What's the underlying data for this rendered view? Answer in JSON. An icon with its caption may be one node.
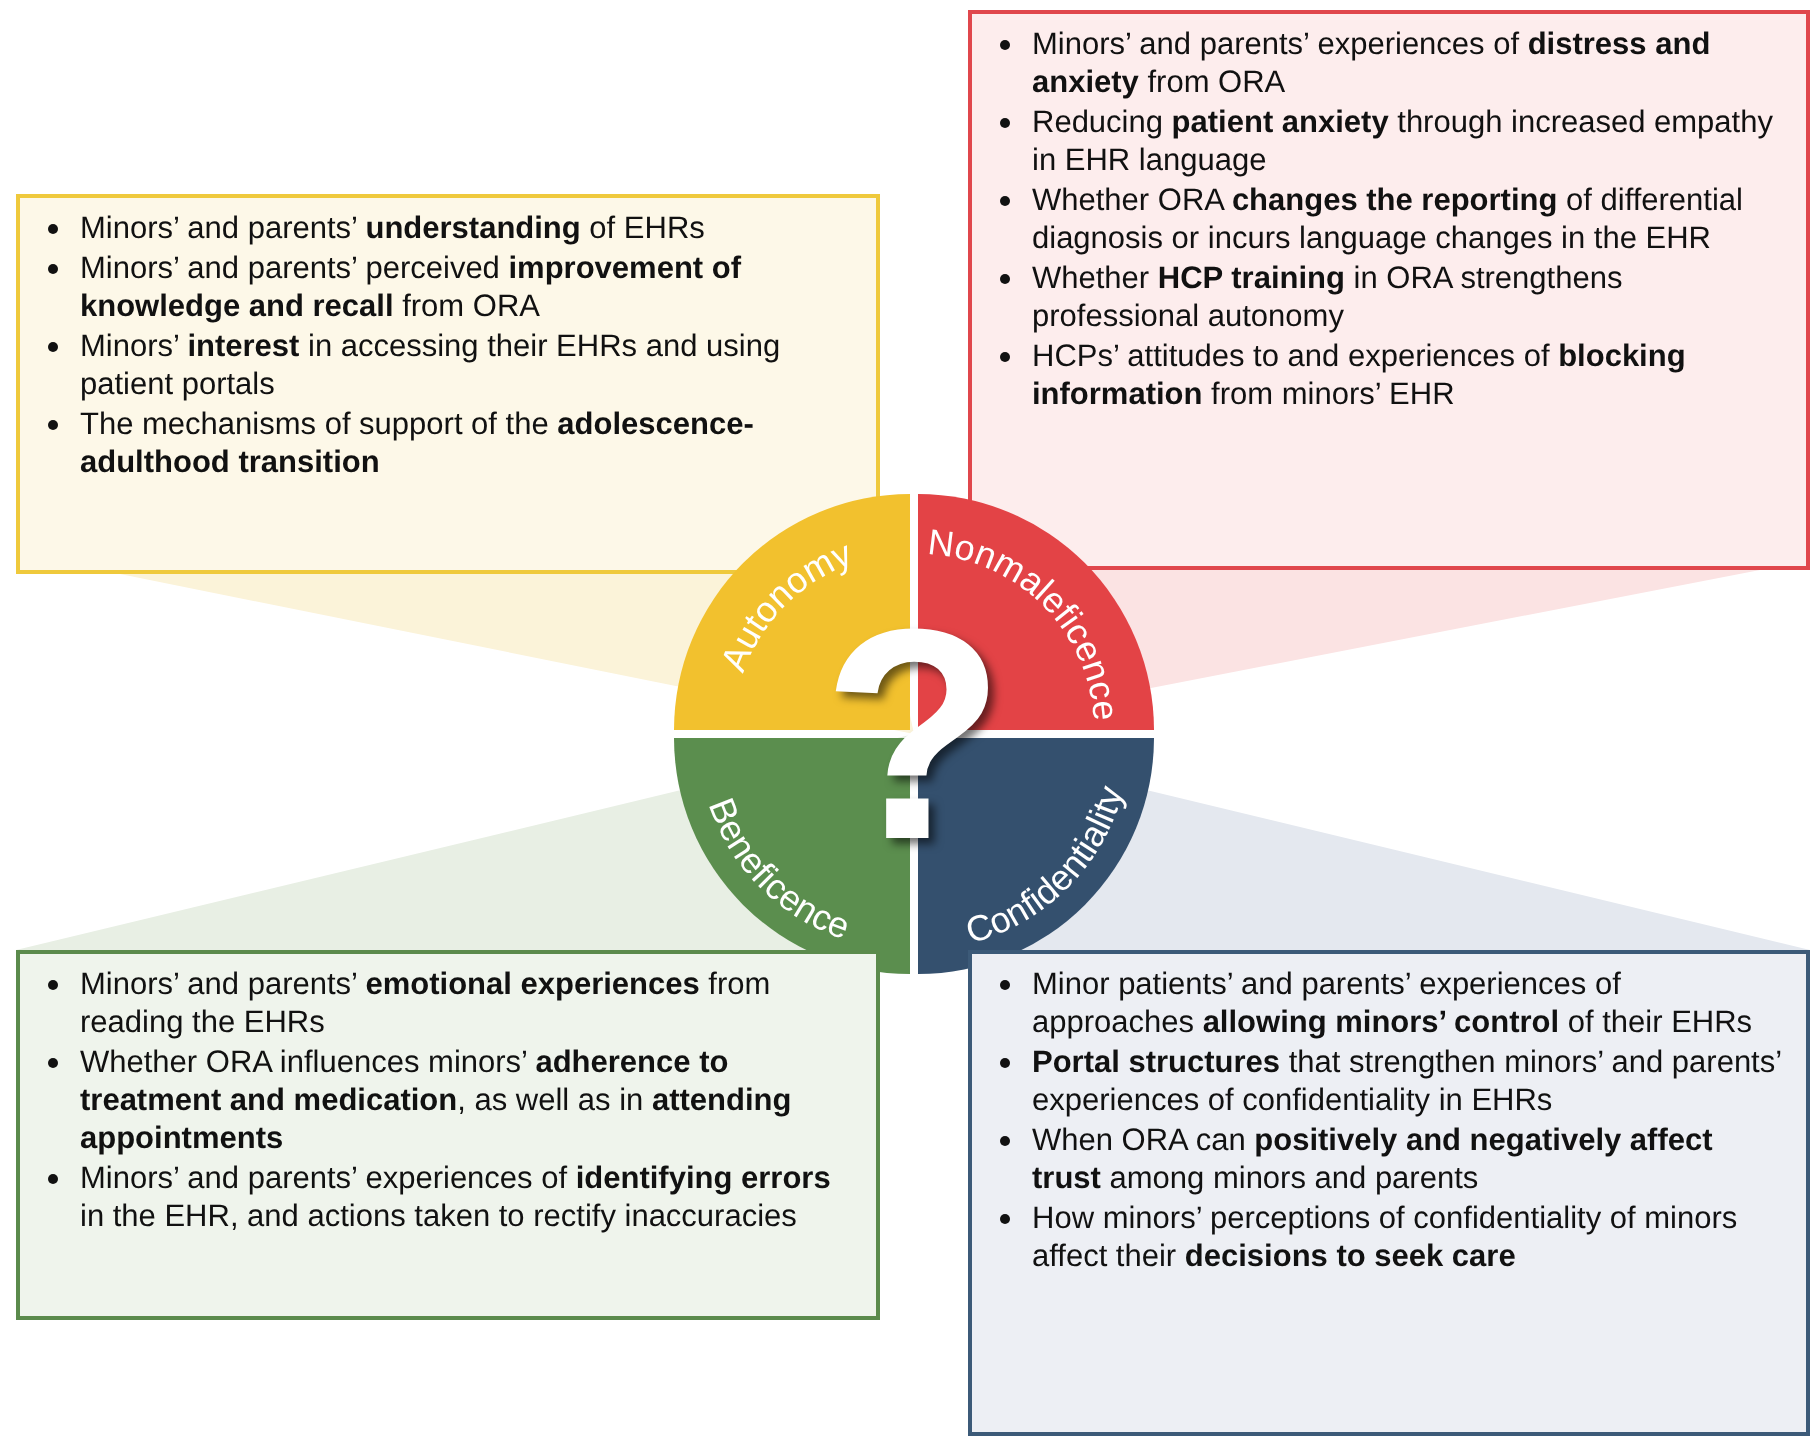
{
  "diagram": {
    "nodes": [
      {
        "text": [
          "Minors’ and parents’ experiences of **distress and anxiety** from ORA",
          "Reducing **patient anxiety** through increased empathy in EHR language",
          "Whether ORA **changes the reporting** of differential diagnosis or incurs language changes in the EHR",
          "Whether **HCP training** in ORA strengthens professional autonomy",
          "HCPs’ attitudes to and experiences of **blocking information** from minors’ EHR"
        ]
      },
      {
        "text": [
          "Minors’ and parents’ **understanding** of EHRs",
          "Minors’ and parents’ perceived **improvement of knowledge and recall** from ORA",
          "Minors’ **interest** in accessing their EHRs and using patient portals",
          "The mechanisms of support of the **adolescence-adulthood transition**"
        ]
      },
      {
        "text": [
          "Autonomy"
        ]
      },
      {
        "text": [
          "Nonmaleficence"
        ]
      },
      {
        "text": [
          "Beneficence"
        ]
      },
      {
        "text": [
          "Confidentiality"
        ]
      },
      {
        "text": [
          "Minors’ and parents’ **emotional experiences** from reading the EHRs",
          "Whether ORA influences minors’ **adherence to treatment and medication**, as well as in **attending appointments**",
          "Minors’ and parents’ experiences of **identifying errors** in the EHR, and actions taken to rectify inaccuracies"
        ]
      },
      {
        "text": [
          "Minor patients’ and parents’ experiences of approaches **allowing minors’ control** of their EHRs",
          "**Portal structures** that strengthen minors’ and parents’ experiences of confidentiality in EHRs",
          "When ORA can **positively and negatively affect trust** among minors and parents",
          "How minors’ perceptions of confidentiality of minors affect their **decisions to seek care**"
        ]
      }
    ],
    "labels": [
      "?"
    ]
  }
}
